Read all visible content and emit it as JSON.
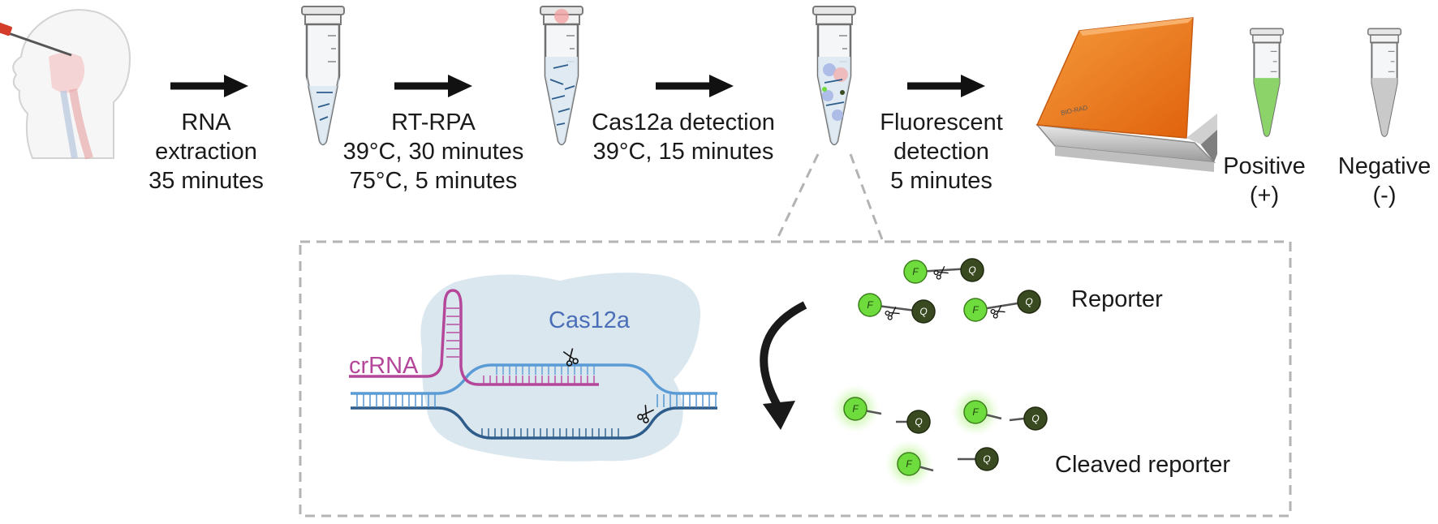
{
  "steps": [
    {
      "lines": [
        "RNA",
        "extraction",
        "35 minutes"
      ]
    },
    {
      "lines": [
        "RT-RPA",
        "39°C, 30 minutes",
        "75°C, 5 minutes"
      ]
    },
    {
      "lines": [
        "Cas12a detection",
        "39°C, 15 minutes"
      ]
    },
    {
      "lines": [
        "Fluorescent",
        "detection",
        "5 minutes"
      ]
    }
  ],
  "results": {
    "positive": [
      "Positive",
      "(+)"
    ],
    "negative": [
      "Negative",
      "(-)"
    ]
  },
  "inset": {
    "protein_label": "Cas12a",
    "guide_label": "crRNA",
    "reporter_label": "Reporter",
    "cleaved_label": "Cleaved reporter",
    "fluorophore_letter": "F",
    "quencher_letter": "Q"
  },
  "device_logo": "BIO-RAD",
  "colors": {
    "arrow": "#111111",
    "crrna": "#b5479b",
    "cas12a_text": "#4a6fb8",
    "cas12a_blob": "#dbe7ee",
    "dna_top": "#5b9bd5",
    "dna_bottom": "#2e5d8c",
    "fluorophore": "#6fdc3e",
    "quencher": "#3a4a20",
    "positive_liquid": "#8cd46a",
    "negative_liquid": "#c9c9c9",
    "device_lid": "#f07a1a",
    "dashed_box": "#b3b3b3"
  },
  "icons": [
    "patient-swab-icon",
    "tube-icon",
    "arrow-right-icon",
    "fluorescence-reader-icon",
    "scissors-icon",
    "curved-arrow-icon"
  ]
}
